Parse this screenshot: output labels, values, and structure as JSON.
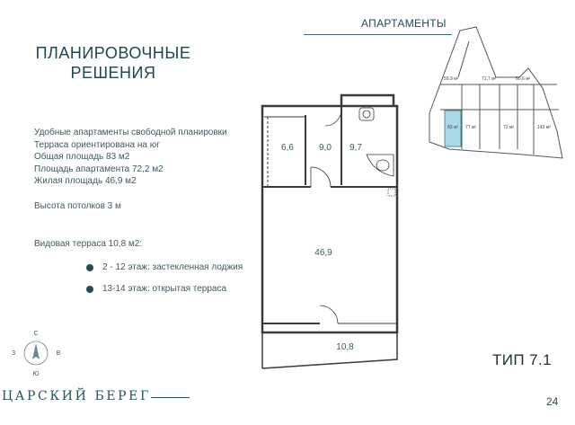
{
  "header": {
    "section": "АПАРТАМЕНТЫ",
    "title_line1": "ПЛАНИРОВОЧНЫЕ",
    "title_line2": "РЕШЕНИЯ"
  },
  "description": {
    "line1": "Удобные апартаменты свободной  планировки",
    "line2": "Терраса  ориентирована на юг",
    "line3": "Общая площадь 83 м2",
    "line4": "Площадь апартамента 72,2 м2",
    "line5": "Жилая площадь 46,9 м2",
    "ceiling": "Высота потолков 3 м",
    "terrace": "Видовая терраса 10,8 м2:"
  },
  "options": [
    {
      "label": "2 - 12 этаж: застекленная лоджия"
    },
    {
      "label": "13-14 этаж: открытая терраса"
    }
  ],
  "plan": {
    "rooms": {
      "r1": "6,6",
      "r2": "9,0",
      "r3": "9,7",
      "main": "46,9",
      "terrace": "10,8"
    }
  },
  "keyplan": {
    "labels": [
      "59,9 м²",
      "71,7 м²",
      "60,6 м²",
      "83 м²",
      "77 м²",
      "72 м²",
      "143 м²"
    ]
  },
  "compass": {
    "n": "С",
    "s": "Ю",
    "w": "З",
    "e": "В"
  },
  "footer": {
    "type_label": "ТИП 7.1",
    "brand": "ЦАРСКИЙ БЕРЕГ",
    "page": "24"
  },
  "colors": {
    "accent": "#21474f",
    "dot": "#1f4e59",
    "highlight": "#a9d9e6"
  }
}
